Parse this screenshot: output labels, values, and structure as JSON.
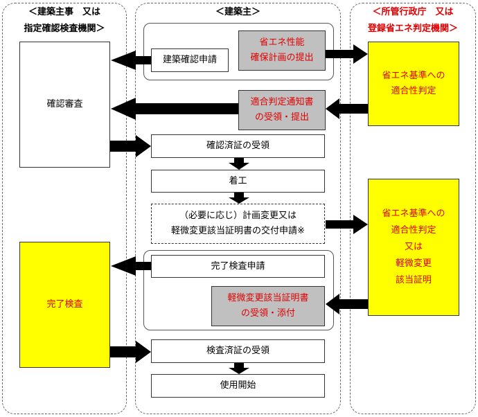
{
  "lanes": {
    "left": {
      "title_line1": "＜建築主事　又は",
      "title_line2": "指定確認検査機関＞"
    },
    "center": {
      "title": "＜建築主＞"
    },
    "right": {
      "title_line1": "＜所管行政庁　又は",
      "title_line2": "登録省エネ判定機関＞"
    }
  },
  "left": {
    "review": "確認審査",
    "completion_inspection": "完了検査"
  },
  "center": {
    "building_confirmation_application": "建築確認申請",
    "energy_plan_line1": "省エネ性能",
    "energy_plan_line2": "確保計画の提出",
    "conformity_notice_line1": "適合判定通知書",
    "conformity_notice_line2": "の受領・提出",
    "confirmation_certificate_receipt": "確認済証の受領",
    "construction_start": "着工",
    "change_line1": "（必要に応じ）計画変更又は",
    "change_line2": "軽微変更該当証明書の交付申請※",
    "completion_inspection_application": "完了検査申請",
    "minor_change_line1": "軽微変更該当証明書",
    "minor_change_line2": "の受領・添付",
    "inspection_certificate_receipt": "検査済証の受領",
    "start_of_use": "使用開始"
  },
  "right": {
    "conformity_judgment_line1": "省エネ基準への",
    "conformity_judgment_line2": "適合性判定",
    "judgment2_line1": "省エネ基準への",
    "judgment2_line2": "適合性判定",
    "judgment2_line3": "又は",
    "judgment2_line4": "軽微変更",
    "judgment2_line5": "該当証明"
  },
  "colors": {
    "yellow": "#ffff00",
    "gray": "#c0c0c0",
    "red_text": "#e00000",
    "arrow": "#000000"
  }
}
